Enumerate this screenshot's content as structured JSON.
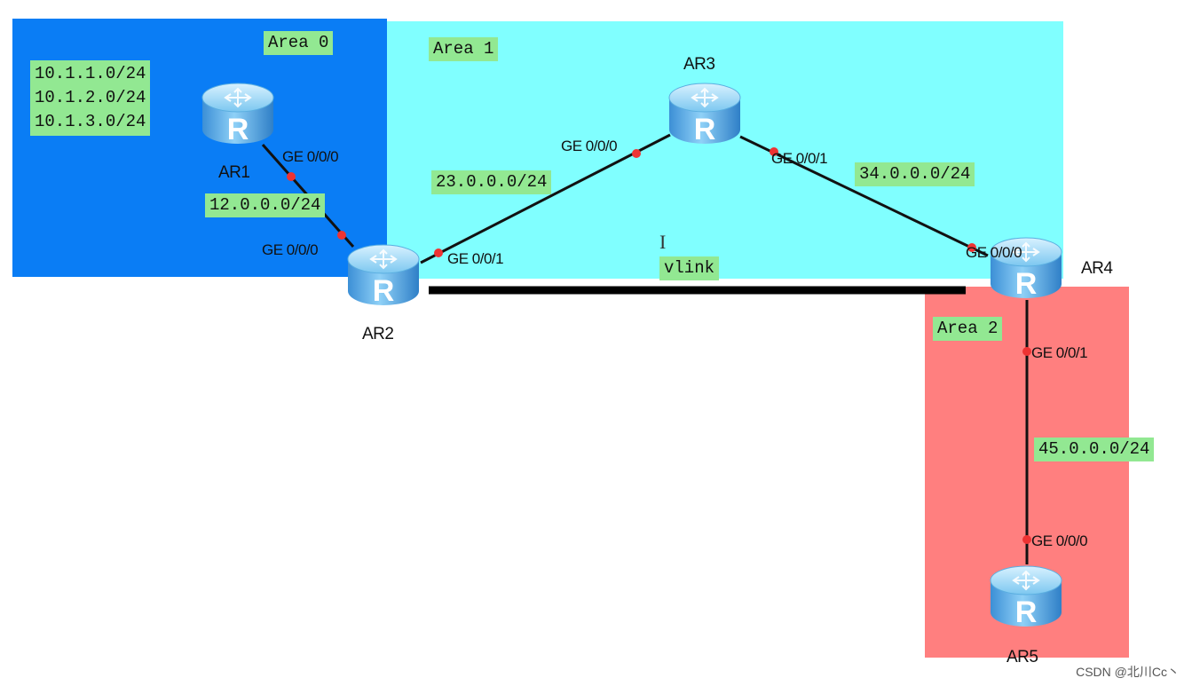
{
  "areas": {
    "area0": {
      "label": "Area 0",
      "color": "#0a7df5"
    },
    "area1": {
      "label": "Area 1",
      "color": "#80ffff"
    },
    "area2": {
      "label": "Area 2",
      "color": "#ff7f7f"
    }
  },
  "routers": {
    "ar1": "AR1",
    "ar2": "AR2",
    "ar3": "AR3",
    "ar4": "AR4",
    "ar5": "AR5"
  },
  "prefixes": [
    "10.1.1.0/24",
    "10.1.2.0/24",
    "10.1.3.0/24"
  ],
  "subnets": {
    "ar1_ar2": "12.0.0.0/24",
    "ar2_ar3": "23.0.0.0/24",
    "ar3_ar4": "34.0.0.0/24",
    "ar4_ar5": "45.0.0.0/24"
  },
  "interfaces": {
    "ar1_g000": "GE 0/0/0",
    "ar2_g000": "GE 0/0/0",
    "ar2_g001": "GE 0/0/1",
    "ar3_g000": "GE 0/0/0",
    "ar3_g001": "GE 0/0/1",
    "ar4_g000": "GE 0/0/0",
    "ar4_g001": "GE 0/0/1",
    "ar5_g000": "GE 0/0/0"
  },
  "vlink_label": "vlink",
  "cursor_glyph": "I",
  "watermark": "CSDN @北川Cc丶",
  "colors": {
    "link": "#111111",
    "port": "#ee3333",
    "vlink": "#000000",
    "label_bg": "#92e892"
  }
}
